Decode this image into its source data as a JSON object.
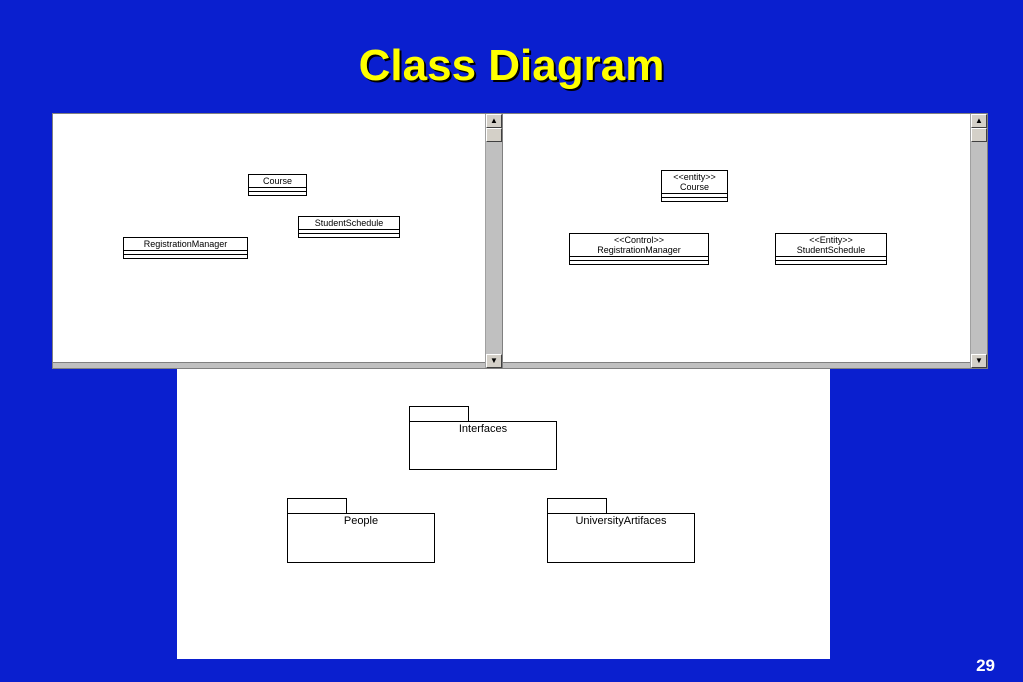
{
  "slide": {
    "title": "Class Diagram",
    "page_number": "29"
  },
  "left_panel": {
    "classes": {
      "course": "Course",
      "student_schedule": "StudentSchedule",
      "registration_manager": "RegistrationManager"
    }
  },
  "right_panel": {
    "classes": {
      "course": {
        "stereotype": "<<entity>>",
        "name": "Course"
      },
      "registration_manager": {
        "stereotype": "<<Control>>",
        "name": "RegistrationManager"
      },
      "student_schedule": {
        "stereotype": "<<Entity>>",
        "name": "StudentSchedule"
      }
    }
  },
  "bottom_panel": {
    "packages": {
      "interfaces": "Interfaces",
      "people": "People",
      "university_artifacts": "UniversityArtifaces"
    }
  },
  "icons": {
    "scroll_up": "scroll-up-arrow-icon",
    "scroll_down": "scroll-down-arrow-icon"
  }
}
